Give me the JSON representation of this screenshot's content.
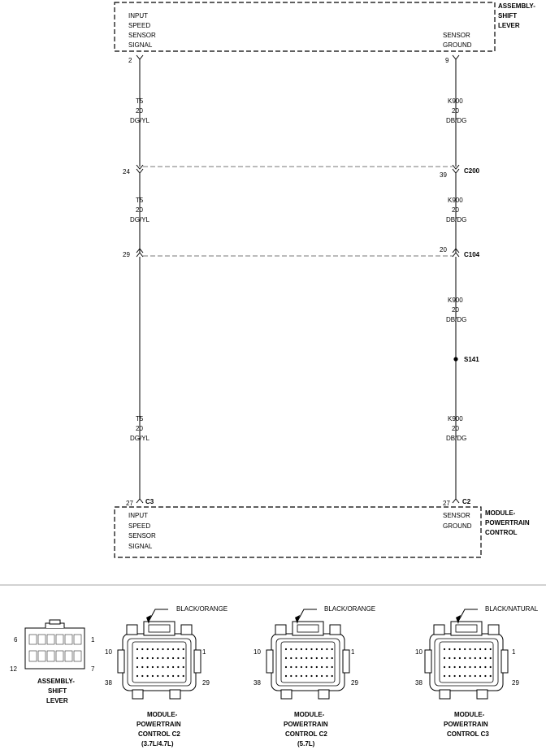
{
  "components": {
    "shift_lever": {
      "name": [
        "ASSEMBLY-",
        "SHIFT",
        "LEVER"
      ],
      "left_label": [
        "INPUT",
        "SPEED",
        "SENSOR",
        "SIGNAL"
      ],
      "right_label": [
        "SENSOR",
        "GROUND"
      ],
      "left_pin": "2",
      "right_pin": "9"
    },
    "pcm": {
      "name": [
        "MODULE-",
        "POWERTRAIN",
        "CONTROL"
      ],
      "left_label": [
        "INPUT",
        "SPEED",
        "SENSOR",
        "SIGNAL"
      ],
      "right_label": [
        "SENSOR",
        "GROUND"
      ],
      "left_pin": "27",
      "left_conn": "C3",
      "right_pin": "27",
      "right_conn": "C2"
    }
  },
  "wires": {
    "left_1": [
      "T5",
      "20",
      "DG/YL"
    ],
    "left_2": [
      "T5",
      "20",
      "DG/YL"
    ],
    "left_3": [
      "T5",
      "20",
      "DG/YL"
    ],
    "right_1": [
      "K900",
      "20",
      "DB/DG"
    ],
    "right_2": [
      "K900",
      "20",
      "DB/DG"
    ],
    "right_3": [
      "K900",
      "20",
      "DB/DG"
    ],
    "right_4": [
      "K900",
      "20",
      "DB/DG"
    ]
  },
  "connectors": {
    "c200": {
      "name": "C200",
      "left_pin": "24",
      "right_pin": "39"
    },
    "c104": {
      "name": "C104",
      "left_pin": "29",
      "right_pin": "20"
    }
  },
  "splice": {
    "name": "S141"
  },
  "connector_views": [
    {
      "caption": [
        "ASSEMBLY-",
        "SHIFT",
        "LEVER"
      ],
      "pins": {
        "top_left": "6",
        "top_right": "1",
        "bottom_left": "12",
        "bottom_right": "7"
      }
    },
    {
      "caption": [
        "MODULE-",
        "POWERTRAIN",
        "CONTROL C2",
        "(3.7L/4.7L)"
      ],
      "color": "BLACK/ORANGE",
      "pins": {
        "top_left": "10",
        "top_right": "1",
        "bottom_left": "38",
        "bottom_right": "29"
      }
    },
    {
      "caption": [
        "MODULE-",
        "POWERTRAIN",
        "CONTROL C2",
        "(5.7L)"
      ],
      "color": "BLACK/ORANGE",
      "pins": {
        "top_left": "10",
        "top_right": "1",
        "bottom_left": "38",
        "bottom_right": "29"
      }
    },
    {
      "caption": [
        "MODULE-",
        "POWERTRAIN",
        "CONTROL C3"
      ],
      "color": "BLACK/NATURAL",
      "pins": {
        "top_left": "10",
        "top_right": "1",
        "bottom_left": "38",
        "bottom_right": "29"
      }
    }
  ]
}
